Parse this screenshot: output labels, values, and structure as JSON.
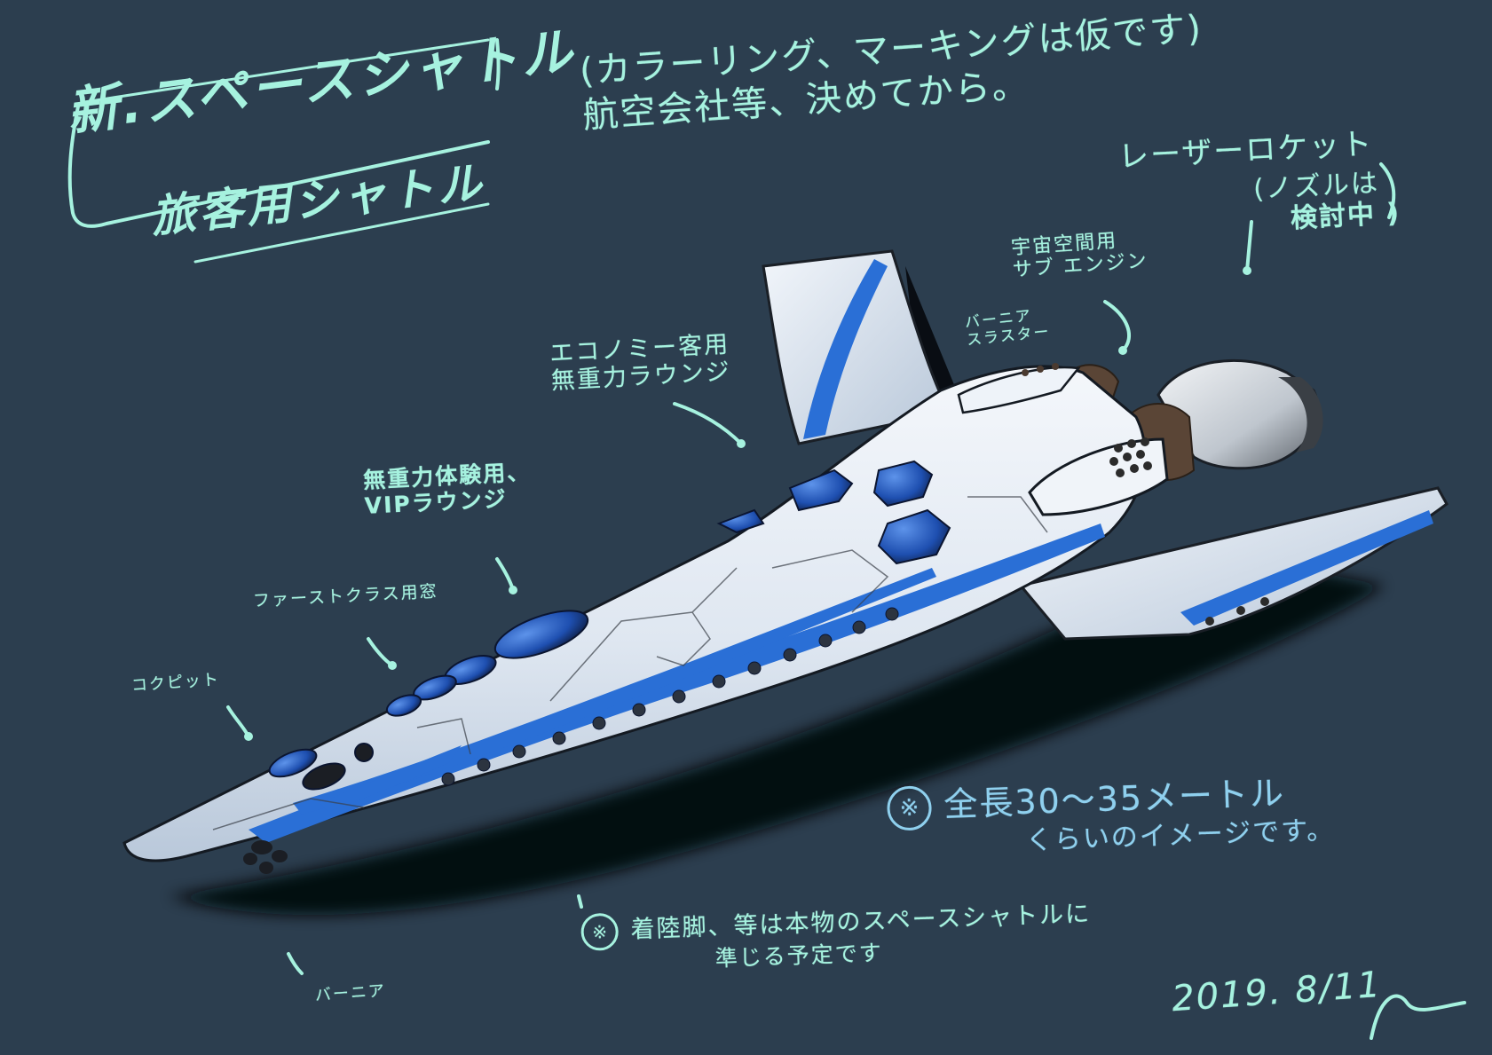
{
  "canvas": {
    "background": "#2c3e4f",
    "annotation_color": "#a6f2df",
    "length_note_color": "#8fd0ee",
    "hull_color": "#e8eef6",
    "stripe_color": "#2a6fd6",
    "window_color": "#1e4fb0",
    "engine_brown": "#5a4536"
  },
  "title": {
    "main": "新.スペースシャトル",
    "sub": "旅客用シャトル"
  },
  "notes": {
    "disclaimer": {
      "line1": "(カラーリング、マーキングは仮です)",
      "line2": "航空会社等、決めてから。"
    },
    "laser_rocket": {
      "label": "レーザーロケット",
      "sub1": "(ノズルは",
      "sub2": "検討中 )"
    },
    "sub_engine": {
      "line1": "宇宙空間用",
      "line2": "サブ エンジン"
    },
    "vernier_top": {
      "line1": "バーニア",
      "line2": "スラスター"
    },
    "economy_lounge": {
      "line1": "エコノミー客用",
      "line2": "無重力ラウンジ"
    },
    "vip_lounge": {
      "line1": "無重力体験用、",
      "line2": "VIPラウンジ"
    },
    "first_class_window": "ファーストクラス用窓",
    "cockpit": "コクピット",
    "length": {
      "symbol": "※",
      "line1": "全長30〜35メートル",
      "line2": "くらいのイメージです。"
    },
    "landing_gear": {
      "symbol": "※",
      "line1": "着陸脚、等は本物のスペースシャトルに",
      "line2": "準じる予定です"
    },
    "vernier_bottom": "バーニア",
    "date": "2019. 8/11"
  }
}
